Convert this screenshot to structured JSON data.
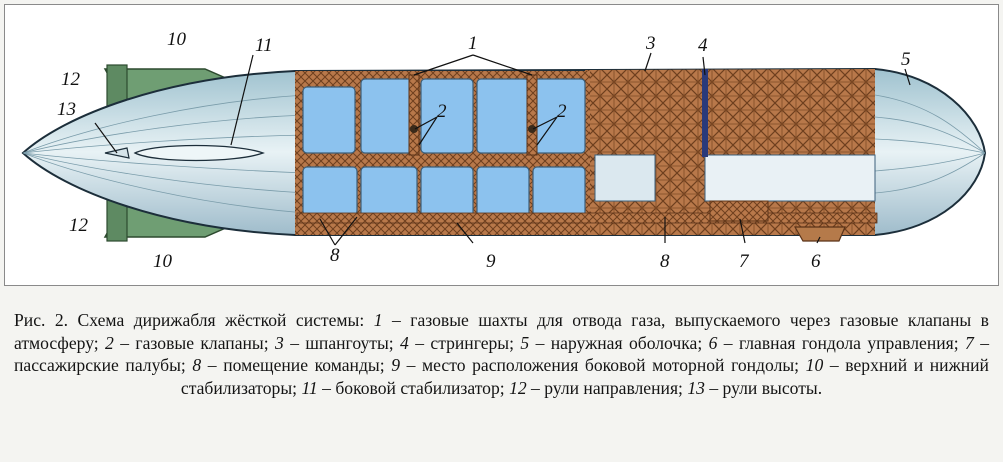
{
  "figure": {
    "labels": {
      "l1": "1",
      "l2a": "2",
      "l2b": "2",
      "l3": "3",
      "l4": "4",
      "l5": "5",
      "l6": "6",
      "l7": "7",
      "l8a": "8",
      "l8b": "8",
      "l9": "9",
      "l10a": "10",
      "l10b": "10",
      "l11": "11",
      "l12a": "12",
      "l12b": "12",
      "l13": "13"
    }
  },
  "colors": {
    "envelope": "#cfe3ea",
    "stabilizer": "#6f9e73",
    "gas_cell": "#8cc2ee",
    "frame": "#a9663a",
    "gondola": "#b57a4a"
  },
  "caption": {
    "prefix": "Рис. 2. Схема дирижабля жёсткой системы: ",
    "items": [
      {
        "num": "1",
        "text": " – газовые шахты для отвода газа, выпускаемого через газовые клапаны в атмосферу; "
      },
      {
        "num": "2",
        "text": " – газовые клапаны; "
      },
      {
        "num": "3",
        "text": " – шпангоуты; "
      },
      {
        "num": "4",
        "text": " – стрингеры; "
      },
      {
        "num": "5",
        "text": " – наружная оболочка; "
      },
      {
        "num": "6",
        "text": " – главная гондола управления; "
      },
      {
        "num": "7",
        "text": " – пассажирские палубы; "
      },
      {
        "num": "8",
        "text": " – помещение команды; "
      },
      {
        "num": "9",
        "text": " – место расположения боковой моторной гондолы; "
      },
      {
        "num": "10",
        "text": " – верхний и нижний стабилизаторы; "
      },
      {
        "num": "11",
        "text": " – боковой стабилизатор; "
      },
      {
        "num": "12",
        "text": " – рули направления; "
      },
      {
        "num": "13",
        "text": " – рули высоты."
      }
    ]
  }
}
